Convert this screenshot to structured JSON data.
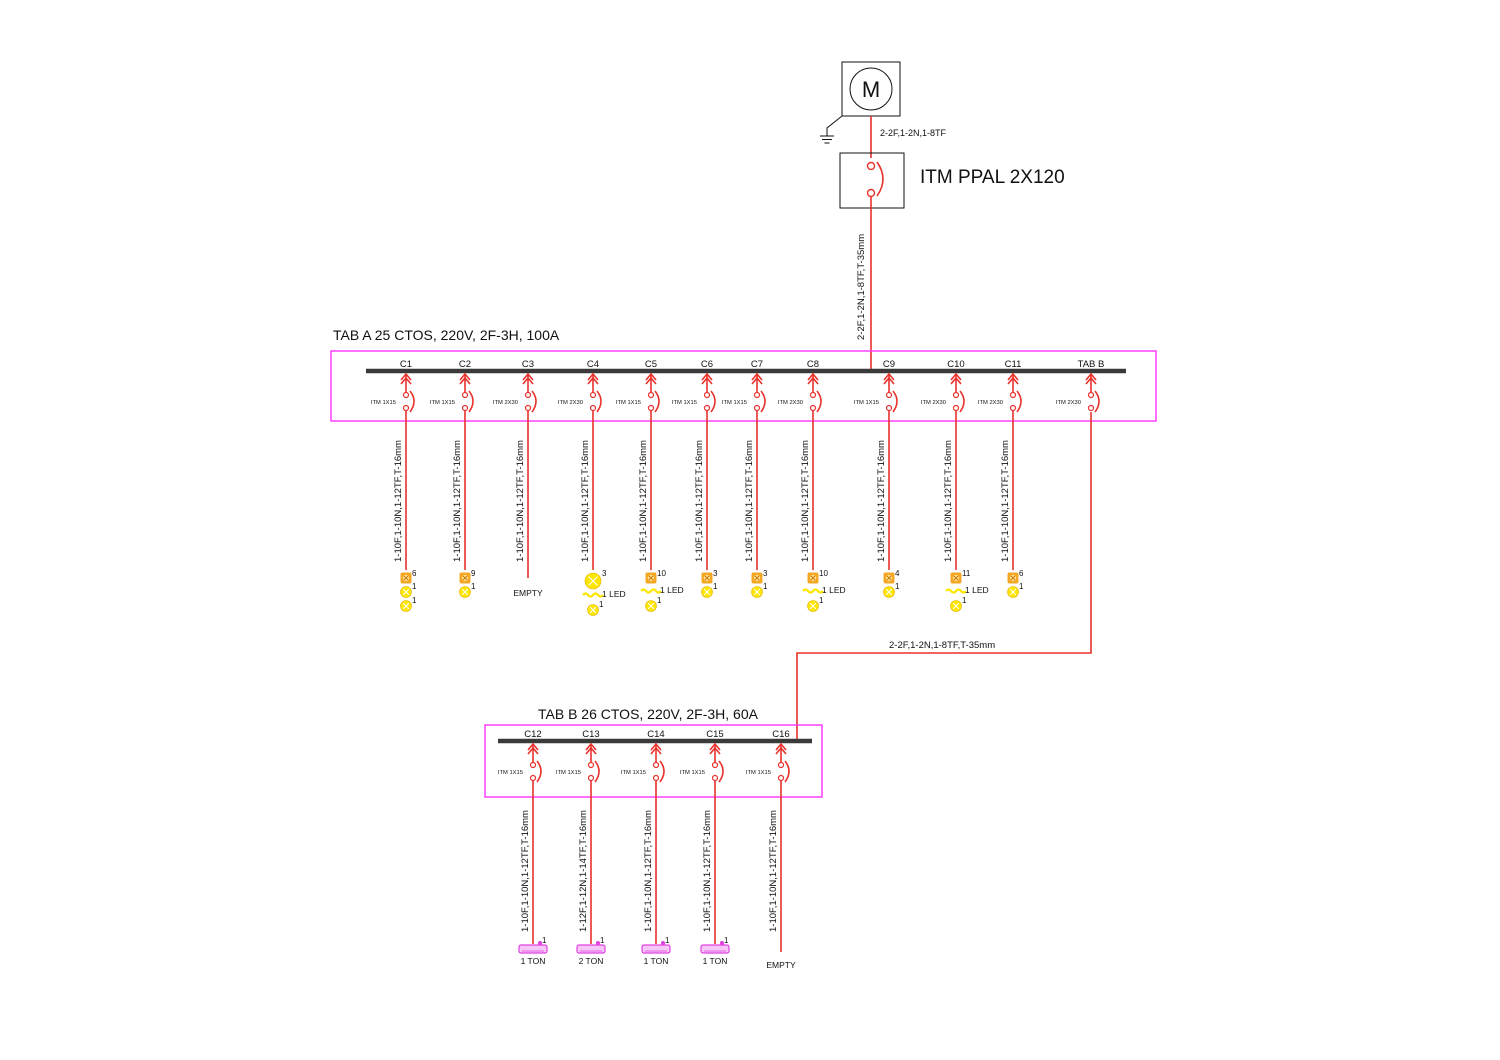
{
  "motor": {
    "symbol": "M",
    "cable": "2-2F,1-2N,1-8TF"
  },
  "main_breaker": {
    "label": "ITM PPAL 2X120"
  },
  "feeder_a": {
    "cable": "2-2F,1-2N,1-8TF,T-35mm"
  },
  "feeder_b": {
    "cable": "2-2F,1-2N,1-8TF,T-35mm"
  },
  "panel_a": {
    "title": "TAB A 25 CTOS, 220V, 2F-3H, 100A",
    "circuits": [
      {
        "id": "C1",
        "itm": "ITM 1X15",
        "cable": "1-10F,1-10N,1-12TF,T-16mm",
        "loads": [
          {
            "kind": "bulb",
            "qty": "6"
          },
          {
            "kind": "light",
            "qty": "1"
          },
          {
            "kind": "light",
            "qty": "1"
          }
        ]
      },
      {
        "id": "C2",
        "itm": "ITM 1X15",
        "cable": "1-10F,1-10N,1-12TF,T-16mm",
        "loads": [
          {
            "kind": "bulb",
            "qty": "9"
          },
          {
            "kind": "light",
            "qty": "1"
          }
        ]
      },
      {
        "id": "C3",
        "itm": "ITM 2X30",
        "cable": "1-10F,1-10N,1-12TF,T-16mm",
        "loads": [
          {
            "kind": "text",
            "qty": "EMPTY"
          }
        ]
      },
      {
        "id": "C4",
        "itm": "ITM 2X30",
        "cable": "1-10F,1-10N,1-12TF,T-16mm",
        "loads": [
          {
            "kind": "bigbulb",
            "qty": "3"
          },
          {
            "kind": "led",
            "qty": "1 LED"
          },
          {
            "kind": "light",
            "qty": "1"
          }
        ]
      },
      {
        "id": "C5",
        "itm": "ITM 1X15",
        "cable": "1-10F,1-10N,1-12TF,T-16mm",
        "loads": [
          {
            "kind": "bulb",
            "qty": "10"
          },
          {
            "kind": "led",
            "qty": "1 LED"
          },
          {
            "kind": "light",
            "qty": "1"
          }
        ]
      },
      {
        "id": "C6",
        "itm": "ITM 1X15",
        "cable": "1-10F,1-10N,1-12TF,T-16mm",
        "loads": [
          {
            "kind": "bulb",
            "qty": "3"
          },
          {
            "kind": "light",
            "qty": "1"
          }
        ]
      },
      {
        "id": "C7",
        "itm": "ITM 1X15",
        "cable": "1-10F,1-10N,1-12TF,T-16mm",
        "loads": [
          {
            "kind": "bulb",
            "qty": "3"
          },
          {
            "kind": "light",
            "qty": "1"
          }
        ]
      },
      {
        "id": "C8",
        "itm": "ITM 2X30",
        "cable": "1-10F,1-10N,1-12TF,T-16mm",
        "loads": [
          {
            "kind": "bulb",
            "qty": "10"
          },
          {
            "kind": "led",
            "qty": "1 LED"
          },
          {
            "kind": "light",
            "qty": "1"
          }
        ]
      },
      {
        "id": "C9",
        "itm": "ITM 1X15",
        "cable": "1-10F,1-10N,1-12TF,T-16mm",
        "loads": [
          {
            "kind": "bulb",
            "qty": "4"
          },
          {
            "kind": "light",
            "qty": "1"
          }
        ]
      },
      {
        "id": "C10",
        "itm": "ITM 2X30",
        "cable": "1-10F,1-10N,1-12TF,T-16mm",
        "loads": [
          {
            "kind": "bulb",
            "qty": "11"
          },
          {
            "kind": "led",
            "qty": "1 LED"
          },
          {
            "kind": "light",
            "qty": "1"
          }
        ]
      },
      {
        "id": "C11",
        "itm": "ITM 2X30",
        "cable": "1-10F,1-10N,1-12TF,T-16mm",
        "loads": [
          {
            "kind": "bulb",
            "qty": "6"
          },
          {
            "kind": "light",
            "qty": "1"
          }
        ]
      },
      {
        "id": "TAB B",
        "itm": "ITM 2X30",
        "cable": "",
        "loads": []
      }
    ]
  },
  "panel_b": {
    "title": "TAB B 26 CTOS, 220V, 2F-3H, 60A",
    "circuits": [
      {
        "id": "C12",
        "itm": "ITM 1X15",
        "cable": "1-10F,1-10N,1-12TF,T-16mm",
        "loads": [
          {
            "kind": "ac",
            "qty": "1",
            "label": "1 TON"
          }
        ]
      },
      {
        "id": "C13",
        "itm": "ITM 1X15",
        "cable": "1-12F,1-12N,1-14TF,T-16mm",
        "loads": [
          {
            "kind": "ac",
            "qty": "1",
            "label": "2 TON"
          }
        ]
      },
      {
        "id": "C14",
        "itm": "ITM 1X15",
        "cable": "1-10F,1-10N,1-12TF,T-16mm",
        "loads": [
          {
            "kind": "ac",
            "qty": "1",
            "label": "1 TON"
          }
        ]
      },
      {
        "id": "C15",
        "itm": "ITM 1X15",
        "cable": "1-10F,1-10N,1-12TF,T-16mm",
        "loads": [
          {
            "kind": "ac",
            "qty": "1",
            "label": "1 TON"
          }
        ]
      },
      {
        "id": "C16",
        "itm": "ITM 1X15",
        "cable": "1-10F,1-10N,1-12TF,T-16mm",
        "loads": [
          {
            "kind": "text",
            "qty": "EMPTY"
          }
        ]
      }
    ]
  },
  "colors": {
    "wire": "#e8322d",
    "panel_border": "#ff33ff",
    "bus": "#3a3a3a",
    "load_orange": "#f5a623",
    "load_yellow": "#ffe600",
    "ac_unit": "#e040e0"
  }
}
